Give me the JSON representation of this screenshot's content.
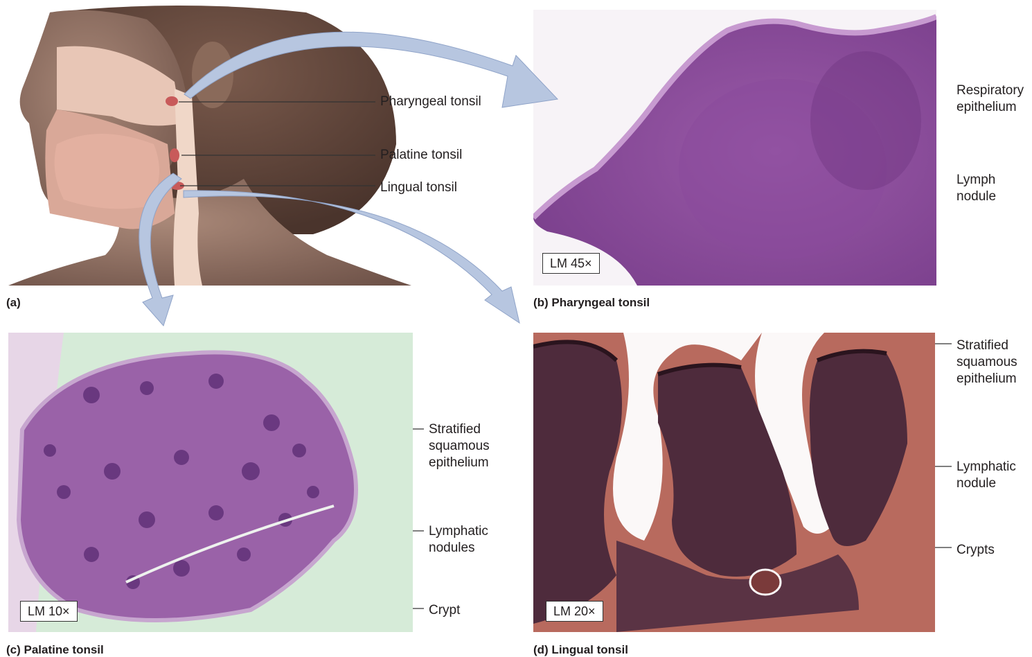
{
  "panel_a": {
    "caption": "(a)",
    "labels": [
      "Pharyngeal tonsil",
      "Palatine tonsil",
      "Lingual tonsil"
    ]
  },
  "panel_b": {
    "caption": "(b) Pharyngeal tonsil",
    "magnification": "LM 45×",
    "labels": [
      "Respiratory\nepithelium",
      "Lymph\nnodule"
    ]
  },
  "panel_c": {
    "caption": "(c) Palatine tonsil",
    "magnification": "LM 10×",
    "labels": [
      "Stratified\nsquamous\nepithelium",
      "Lymphatic\nnodules",
      "Crypt"
    ]
  },
  "panel_d": {
    "caption": "(d) Lingual tonsil",
    "magnification": "LM 20×",
    "labels": [
      "Stratified\nsquamous\nepithelium",
      "Lymphatic\nnodule",
      "Crypts"
    ]
  },
  "colors": {
    "arrow": "#b7c6e0",
    "tissue_purple": "#8e4f9c",
    "tissue_dark": "#4a2a3a",
    "skin": "#9a7868"
  }
}
